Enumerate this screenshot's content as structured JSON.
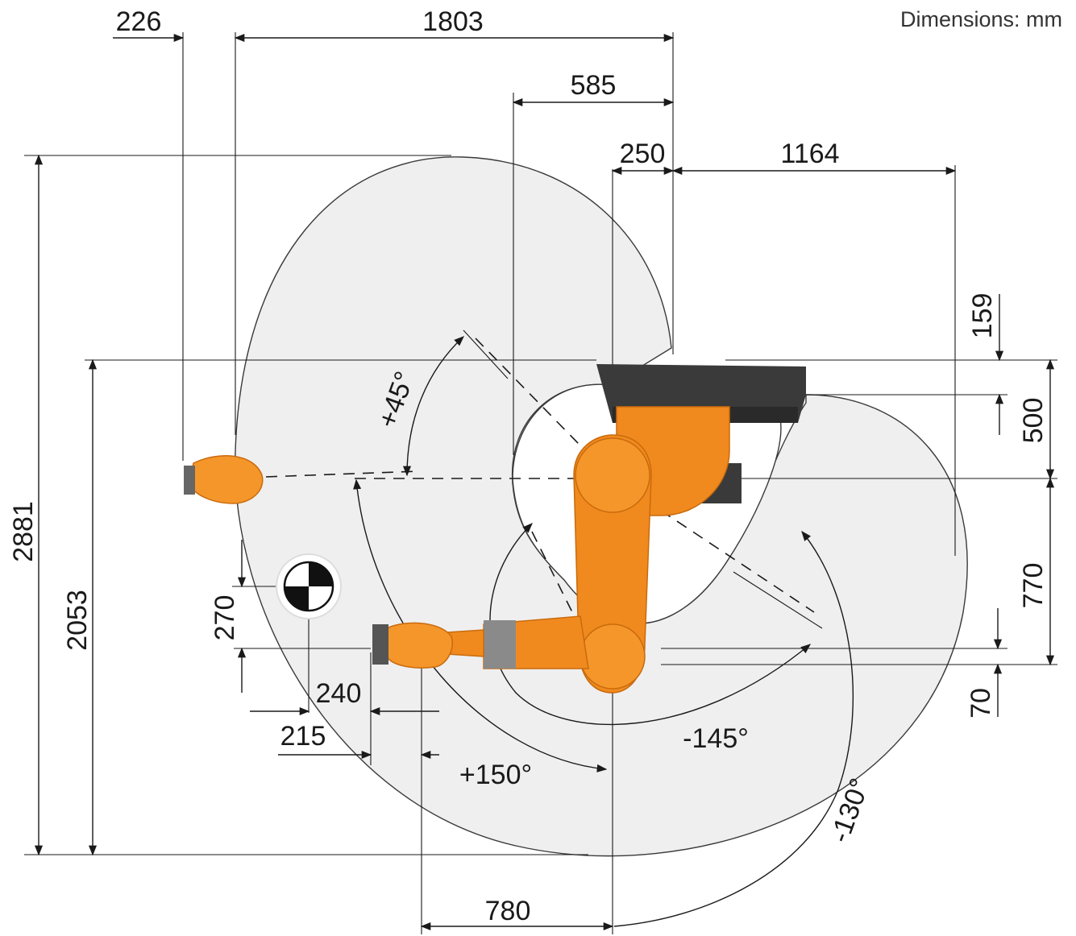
{
  "units_note": "Dimensions: mm",
  "dimensions": {
    "d226": "226",
    "d1803": "1803",
    "d585": "585",
    "d250": "250",
    "d1164": "1164",
    "d159": "159",
    "d500": "500",
    "d770": "770",
    "d70": "70",
    "d2881": "2881",
    "d2053": "2053",
    "d270": "270",
    "d240": "240",
    "d215": "215",
    "d780": "780"
  },
  "angles": {
    "a_plus45": "+45°",
    "a_plus150": "+150°",
    "a_minus145": "-145°",
    "a_minus130": "-130°"
  },
  "colors": {
    "robot_orange": "#F08A1E",
    "robot_orange_dark": "#C96A0C",
    "base_dark": "#3a3a3a",
    "envelope_fill": "#efefef",
    "line": "#1a1a1a"
  },
  "symbols": {
    "center_of_mass": "center-of-mass-icon"
  }
}
